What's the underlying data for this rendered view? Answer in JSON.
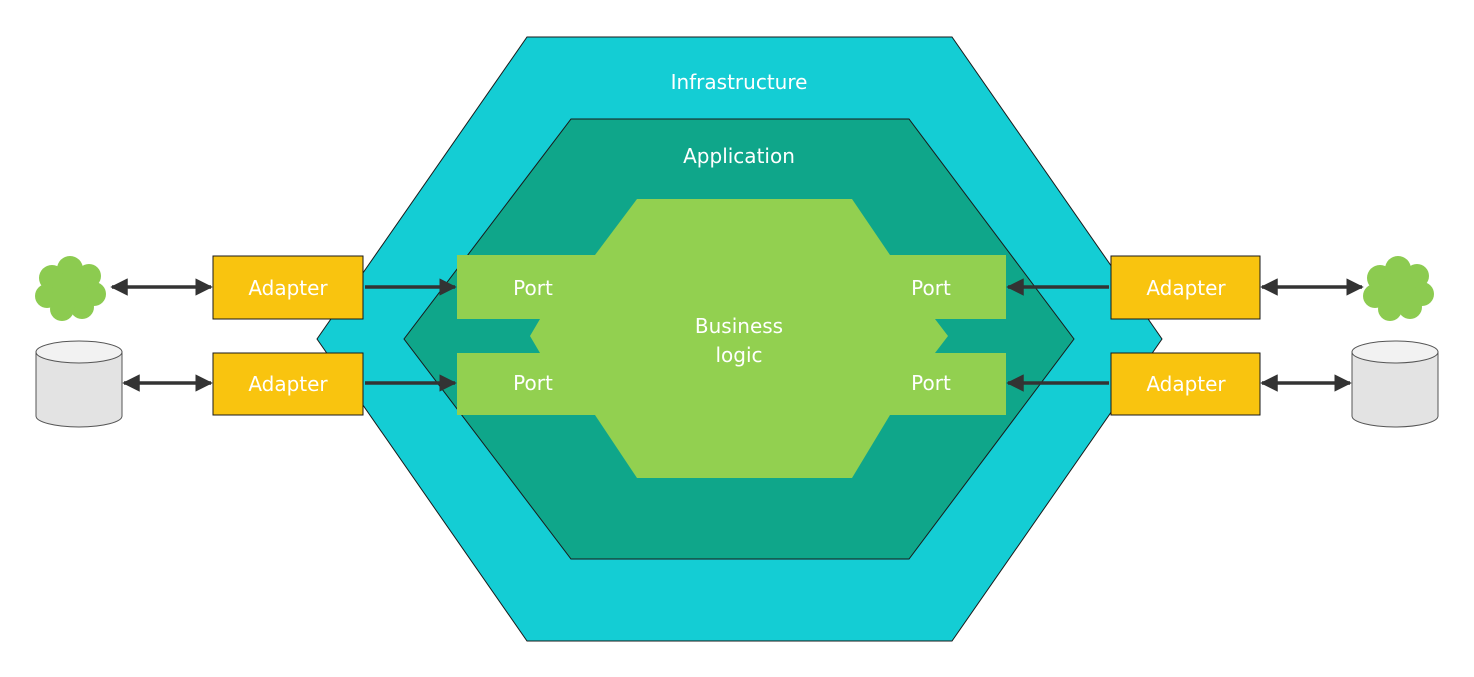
{
  "diagram": {
    "infrastructure_label": "Infrastructure",
    "application_label": "Application",
    "business_logic_line1": "Business",
    "business_logic_line2": "logic",
    "ports": {
      "left_top": "Port",
      "left_bottom": "Port",
      "right_top": "Port",
      "right_bottom": "Port"
    },
    "adapters": {
      "left_top": "Adapter",
      "left_bottom": "Adapter",
      "right_top": "Adapter",
      "right_bottom": "Adapter"
    },
    "external": {
      "left_top_icon": "cloud-icon",
      "left_bottom_icon": "database-icon",
      "right_top_icon": "cloud-icon",
      "right_bottom_icon": "database-icon"
    },
    "colors": {
      "infrastructure": "#14CDD4",
      "application": "#0FA68A",
      "business_logic": "#92D050",
      "port": "#92D050",
      "adapter": "#F9C40F",
      "cloud": "#8CCB50",
      "database": "#E3E3E3",
      "arrow": "#333333"
    }
  }
}
